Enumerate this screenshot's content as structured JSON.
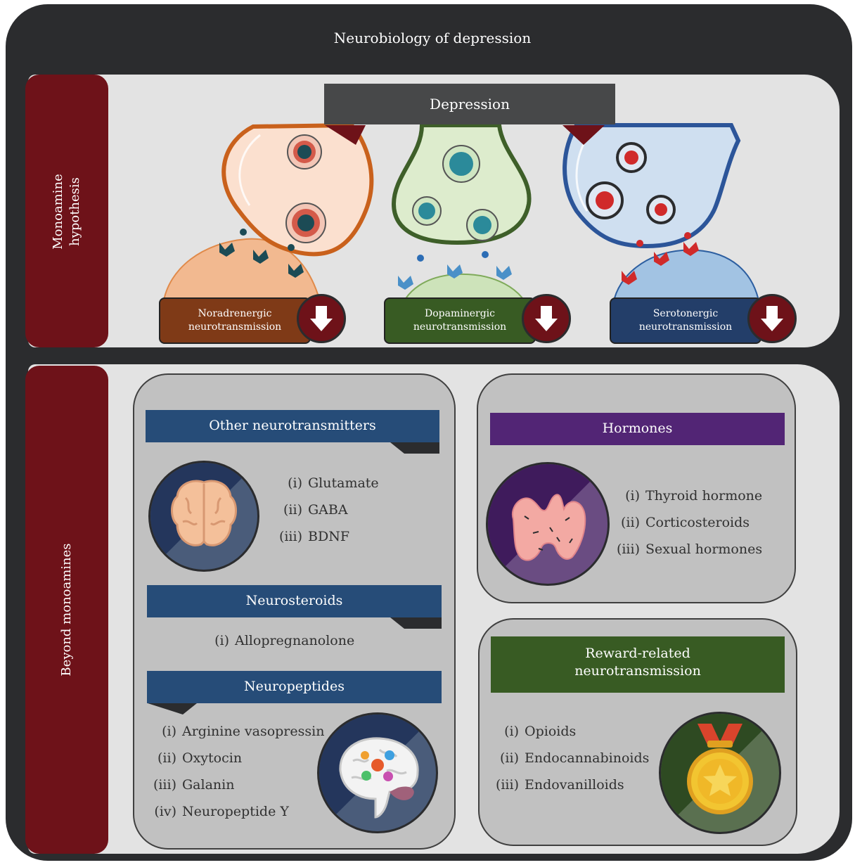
{
  "figure": {
    "title": "Neurobiology of depression"
  },
  "monoamine": {
    "side_label_line1": "Monoamine",
    "side_label_line2": "hypothesis",
    "depression_label": "Depression",
    "neurotransmission": [
      {
        "line1": "Noradrenergic",
        "line2": "neurotransmission",
        "color": "#7f3a17"
      },
      {
        "line1": "Dopaminergic",
        "line2": "neurotransmission",
        "color": "#385b23"
      },
      {
        "line1": "Serotonergic",
        "line2": "neurotransmission",
        "color": "#233e69"
      }
    ]
  },
  "beyond": {
    "side_label": "Beyond monoamines",
    "other_nt": {
      "heading": "Other neurotransmitters",
      "items": [
        {
          "num": "(i)",
          "text": "Glutamate"
        },
        {
          "num": "(ii)",
          "text": "GABA"
        },
        {
          "num": "(iii)",
          "text": "BDNF"
        }
      ]
    },
    "neurosteroids": {
      "heading": "Neurosteroids",
      "items": [
        {
          "num": "(i)",
          "text": "Allopregnanolone"
        }
      ]
    },
    "neuropeptides": {
      "heading": "Neuropeptides",
      "items": [
        {
          "num": "(i)",
          "text": "Arginine vasopressin"
        },
        {
          "num": "(ii)",
          "text": "Oxytocin"
        },
        {
          "num": "(iii)",
          "text": "Galanin"
        },
        {
          "num": "(iv)",
          "text": "Neuropeptide Y"
        }
      ]
    },
    "hormones": {
      "heading": "Hormones",
      "items": [
        {
          "num": "(i)",
          "text": "Thyroid hormone"
        },
        {
          "num": "(ii)",
          "text": "Corticosteroids"
        },
        {
          "num": "(iii)",
          "text": "Sexual hormones"
        }
      ]
    },
    "reward": {
      "heading_line1": "Reward-related",
      "heading_line2": "neurotransmission",
      "items": [
        {
          "num": "(i)",
          "text": "Opioids"
        },
        {
          "num": "(ii)",
          "text": "Endocannabinoids"
        },
        {
          "num": "(iii)",
          "text": "Endovanilloids"
        }
      ]
    }
  },
  "colors": {
    "frame": "#2b2c2e",
    "side_tab": "#6e1219",
    "blue_banner": "#264c78",
    "purple_banner": "#522575",
    "green_banner": "#385b23",
    "card": "#c1c1c1"
  },
  "icons": [
    "brain-icon",
    "thyroid-icon",
    "brain-regions-icon",
    "medal-icon",
    "down-arrow-icon",
    "synapse-icon"
  ]
}
